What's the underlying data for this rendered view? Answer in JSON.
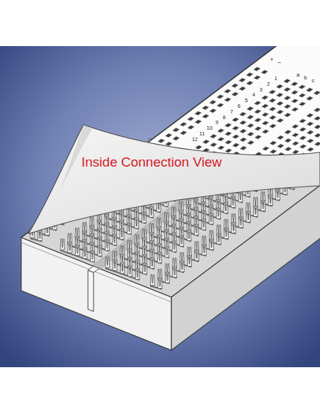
{
  "diagram": {
    "nodes": [
      {
        "text": [
          "Inside Connection View"
        ]
      }
    ],
    "labels": [
      "+",
      "−",
      "a",
      "b",
      "c",
      "1",
      "2",
      "3",
      "4",
      "5",
      "6",
      "7",
      "8",
      "9",
      "10",
      "11",
      "12"
    ]
  }
}
